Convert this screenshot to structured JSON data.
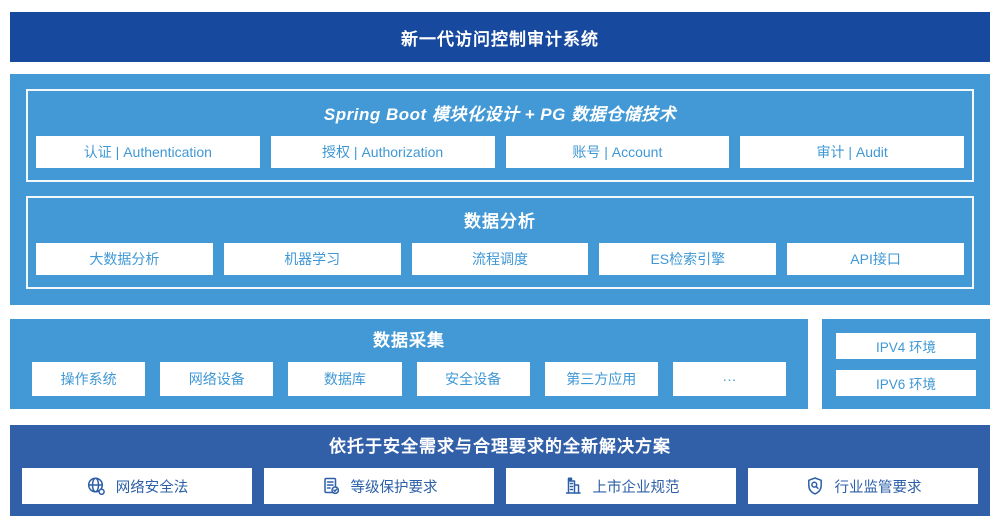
{
  "colors": {
    "banner_navy": "#17499E",
    "light_blue": "#4299D6",
    "solution_blue": "#3160A9",
    "light_box_text": "#3F98D5",
    "dark_box_text": "#2C5FA8",
    "white": "#FFFFFF"
  },
  "banner": {
    "title": "新一代访问控制审计系统"
  },
  "platform": {
    "spring": {
      "title": "Spring Boot 模块化设计 + PG 数据仓储技术",
      "boxes": [
        "认证 | Authentication",
        "授权 | Authorization",
        "账号 | Account",
        "审计 | Audit"
      ]
    },
    "analysis": {
      "title": "数据分析",
      "boxes": [
        "大数据分析",
        "机器学习",
        "流程调度",
        "ES检索引擎",
        "API接口"
      ]
    }
  },
  "collection": {
    "title": "数据采集",
    "boxes": [
      "操作系统",
      "网络设备",
      "数据库",
      "安全设备",
      "第三方应用",
      "···"
    ]
  },
  "environment": {
    "boxes": [
      "IPV4 环境",
      "IPV6 环境"
    ]
  },
  "solution": {
    "title": "依托于安全需求与合理要求的全新解决方案",
    "boxes": [
      {
        "icon": "globe-icon",
        "label": "网络安全法"
      },
      {
        "icon": "document-check-icon",
        "label": "等级保护要求"
      },
      {
        "icon": "building-icon",
        "label": "上市企业规范"
      },
      {
        "icon": "shield-search-icon",
        "label": "行业监管要求"
      }
    ]
  }
}
